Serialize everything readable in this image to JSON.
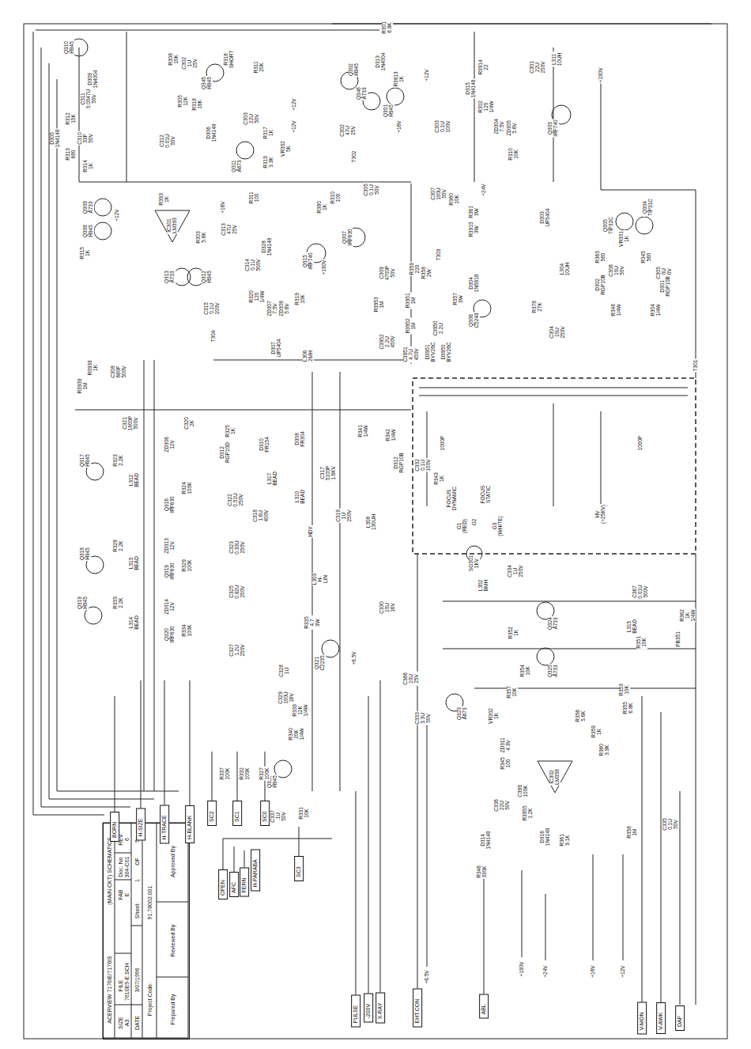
{
  "diagram": {
    "nodes": [
      {
        "text": [
          "ACERVIEW 7176IE/7176IS",
          "(MAIN CKT) SCHEMATICS",
          "SIZE",
          "A3",
          "FILE",
          "7610E9-E.SCH",
          "FAB",
          "E",
          "Doc. No",
          "304-C01",
          "REV.",
          "6",
          "DATE",
          "3/07/1996",
          "Sheet:",
          "1",
          "OF",
          "5",
          "Project Code:",
          "91.78002.001",
          "Prepared By",
          "Reviewed By",
          "Approved By"
        ]
      },
      {
        "text": [
          "BORN"
        ]
      },
      {
        "text": [
          "H-SIZE"
        ]
      },
      {
        "text": [
          "H-TRACE"
        ]
      },
      {
        "text": [
          "H-BLANK"
        ]
      },
      {
        "text": [
          "SC2"
        ]
      },
      {
        "text": [
          "SC1"
        ]
      },
      {
        "text": [
          "SC0"
        ]
      },
      {
        "text": [
          "OPEN"
        ]
      },
      {
        "text": [
          "AFC"
        ]
      },
      {
        "text": [
          "FERN"
        ]
      },
      {
        "text": [
          "H-PARABA"
        ]
      },
      {
        "text": [
          "SC3"
        ]
      },
      {
        "text": [
          "PULSE"
        ]
      },
      {
        "text": [
          "-200V"
        ]
      },
      {
        "text": [
          "X-RAY"
        ]
      },
      {
        "text": [
          "EHT.CON"
        ]
      },
      {
        "text": [
          "ABL"
        ]
      },
      {
        "text": [
          "V-MON"
        ]
      },
      {
        "text": [
          "V-AWK"
        ]
      },
      {
        "text": [
          "DAF"
        ]
      }
    ],
    "labels": [
      "Q310 H945",
      "D309 1N4004",
      "C311 0.0047U 50V",
      "R312 15K",
      "D305 1N4148",
      "C310 33P 50V",
      "R313 680",
      "R314 1K",
      "R308 10K",
      "C302 1U 25V",
      "Q345 H945",
      "R305 12K",
      "R318 18K",
      "D306 1N4148",
      "C312 0.01U 50V",
      "R316 SHORT",
      "R311 20K",
      "C303 22U 50V",
      "R317 1K",
      "VR302 5K",
      "R319 3.3K",
      "Q311 A673",
      "+12V",
      "+12V",
      "R301 6.8K",
      "Q302 H945",
      "D313 1N4004",
      "R3813 1K",
      "Q346 A733",
      "Q301 H945",
      "+12V",
      "+16V",
      "C302 47U 25V",
      "T302",
      "C303 0.1U 100V",
      "D315 1N4148",
      "R3914 22",
      "R302 120 1/4W",
      "ZD304 7.5V",
      "ZD305 5.6V",
      "R310 10K",
      "C301 22U 250V",
      "L311 10UH",
      "Q303 IRF740",
      "+190V",
      "IC301 LM393",
      "R393 1K",
      "Q309 A733",
      "Q308 H945",
      "R315 1K",
      "+12V",
      "R311 100",
      "R380 1K",
      "R310 100",
      "C305 0.1U 50V",
      "Q307 IRF630",
      "R303 5.6K",
      "C313 47U 25V",
      "+16V",
      "Q313 A733",
      "Q312 H945",
      "C314 0.1U 500V",
      "D328 1N4148",
      "R320 120 1/4W",
      "ZD307 7.5V",
      "ZD308 5.6V",
      "R319 10K",
      "Q315 IRF740",
      "T304",
      "C315 0.1U 100V",
      "D307 UF5404",
      "L306 2MH",
      "+190V",
      "C307 100U 50V",
      "R360 10K",
      "R361 3W",
      "+24V",
      "D303 UF5404",
      "R3915 3W",
      "T303",
      "C309 4700P 50V",
      "R359 220",
      "R358 2W",
      "R357 3W",
      "D304 1N5818",
      "L304 10UH",
      "R378 27K",
      "Q306 C5248",
      "R3951 1M",
      "R3952 1M",
      "R3953 1M",
      "C3952 2.2U 450V",
      "C3951 4.7U 450V",
      "D3951 BYV26C",
      "D3950 BYV26C",
      "C3950 2.2U",
      "Q304 TIP31C",
      "Q305 TIP32C",
      "VR301 1K",
      "R363 560",
      "R345 560",
      "C306 10U 50V",
      "C305 10U 50V",
      "D302 RGP10B",
      "D301 RGP10B",
      "R348 1/4W",
      "R304 1/4W",
      "C304 10U 250V",
      "T301",
      "R3938 1K",
      "C308 680P 500V",
      "R3939 1M",
      "C321 1800P 500V",
      "C320 2K",
      "Q317 H945",
      "R323 2.2K",
      "ZD306 12V",
      "L312 BEAD",
      "Q316 IRF630",
      "R324 100K",
      "D312 RGP10D",
      "R325 1K",
      "C322 0.51U 250V",
      "D310 FR154",
      "D308 FR304",
      "L317 BEAD",
      "C318 1.6U 400V",
      "C317 5100P 1.6KV",
      "L310 BEAD",
      "C319 1U 250V",
      "L308 130UH",
      "HDY",
      "R341 1/4W",
      "R342 1/4W",
      "D312 RGP10B",
      "C332 0.1U 100V",
      "R343 1K",
      "FOCUS DYNAMIC",
      "G1 (RED)",
      "G2",
      "FOCUS STATIC",
      "G3 (WHITE)",
      "HV (+25KV)",
      "1000P",
      "1000P",
      "SG301 1KV",
      "L302 BMH",
      "C334 1U 250V",
      "Q318 H945",
      "R328 2.2K",
      "L313 BEAD",
      "ZD313 12V",
      "Q319 IRF630",
      "R329 100K",
      "C323 0.33U 250V",
      "C325 0.82U 250V",
      "L303 H-LIN",
      "Q319 H945",
      "R333 2.2K",
      "L314 BEAD",
      "ZD314 12V",
      "Q320 IRF630",
      "R334 100K",
      "C327 1.2U 250V",
      "R335 4.7 3W",
      "Q321 C2235",
      "+6.5V",
      "C328 1U",
      "C329 100U 16V",
      "R339 12K 1/4W",
      "R340 20K 1/4W",
      "Q322 H945",
      "C337 .1U 50V",
      "R331 10K",
      "C330 10U 16V",
      "C367 0.01U 500V",
      "R352 1K",
      "Q324 A733",
      "L315 BEAD",
      "R362 1K 1/4W",
      "R351 10K",
      "PB351",
      "R354 10K",
      "Q325 A733",
      "R353 10K",
      "R355 6.8K",
      "C366 10U 25V",
      "C333 3.3U 50V",
      "Q323 A673",
      "VR302 1K",
      "R357 10K",
      "ZD311 4.3V",
      "R345 100",
      "R356 5.6K",
      "R359 1K",
      "R360 3.9K",
      "C336 22U 50V",
      "R3955 1.2K",
      "C399 100K",
      "D314 1N4148",
      "R346 330K",
      "D316 1N4148",
      "R361 9.1K",
      "IC302 LM358",
      "C335 0.1U 50V",
      "R358 1M",
      "R337 100K",
      "R332 100K",
      "R327 100K",
      "+6.5V",
      "+190V",
      "+24V",
      "+16V",
      "+12V"
    ]
  }
}
